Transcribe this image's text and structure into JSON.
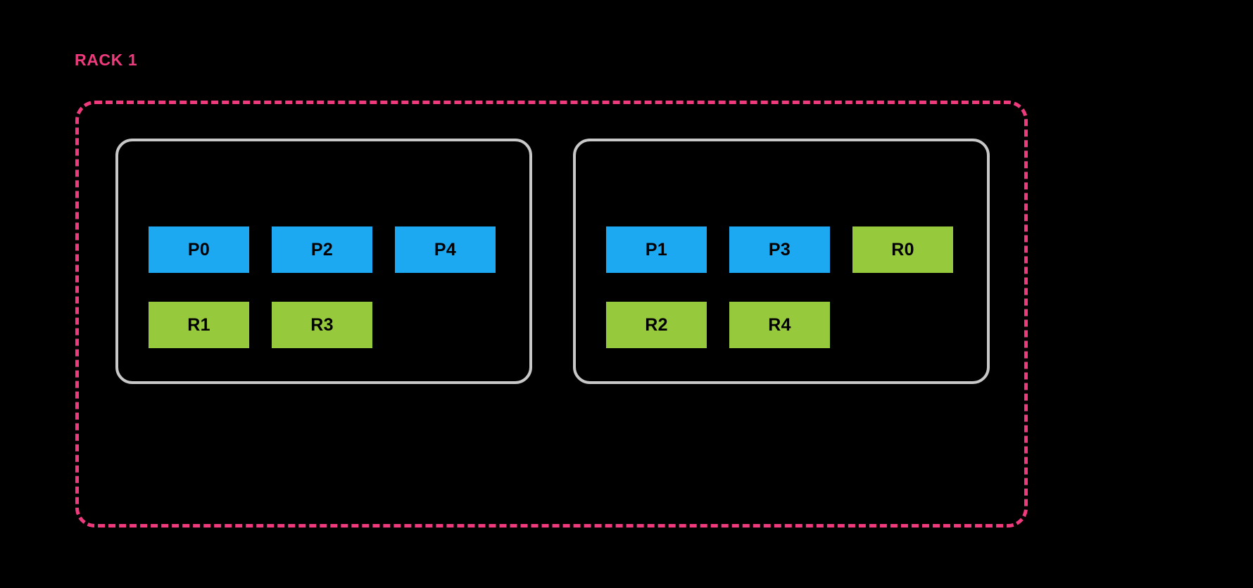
{
  "rack": {
    "title": "RACK 1",
    "title_color": "#ef3b7d",
    "border_color": "#ef3b7d",
    "border_style": "dashed"
  },
  "colors": {
    "background": "#000000",
    "primary": "#1da8f2",
    "replica": "#97c93d",
    "node_border": "#c8c8c8",
    "label_text": "#000000"
  },
  "legend": {
    "primary_prefix": "P",
    "replica_prefix": "R"
  },
  "nodes": [
    {
      "name": "node-left",
      "rows": [
        {
          "name": "row-top",
          "cells": [
            {
              "label": "P0",
              "kind": "primary"
            },
            {
              "label": "P2",
              "kind": "primary"
            },
            {
              "label": "P4",
              "kind": "primary"
            }
          ]
        },
        {
          "name": "row-bottom",
          "cells": [
            {
              "label": "R1",
              "kind": "replica"
            },
            {
              "label": "R3",
              "kind": "replica"
            }
          ]
        }
      ]
    },
    {
      "name": "node-right",
      "rows": [
        {
          "name": "row-top",
          "cells": [
            {
              "label": "P1",
              "kind": "primary"
            },
            {
              "label": "P3",
              "kind": "primary"
            },
            {
              "label": "R0",
              "kind": "replica"
            }
          ]
        },
        {
          "name": "row-bottom",
          "cells": [
            {
              "label": "R2",
              "kind": "replica"
            },
            {
              "label": "R4",
              "kind": "replica"
            }
          ]
        }
      ]
    }
  ]
}
